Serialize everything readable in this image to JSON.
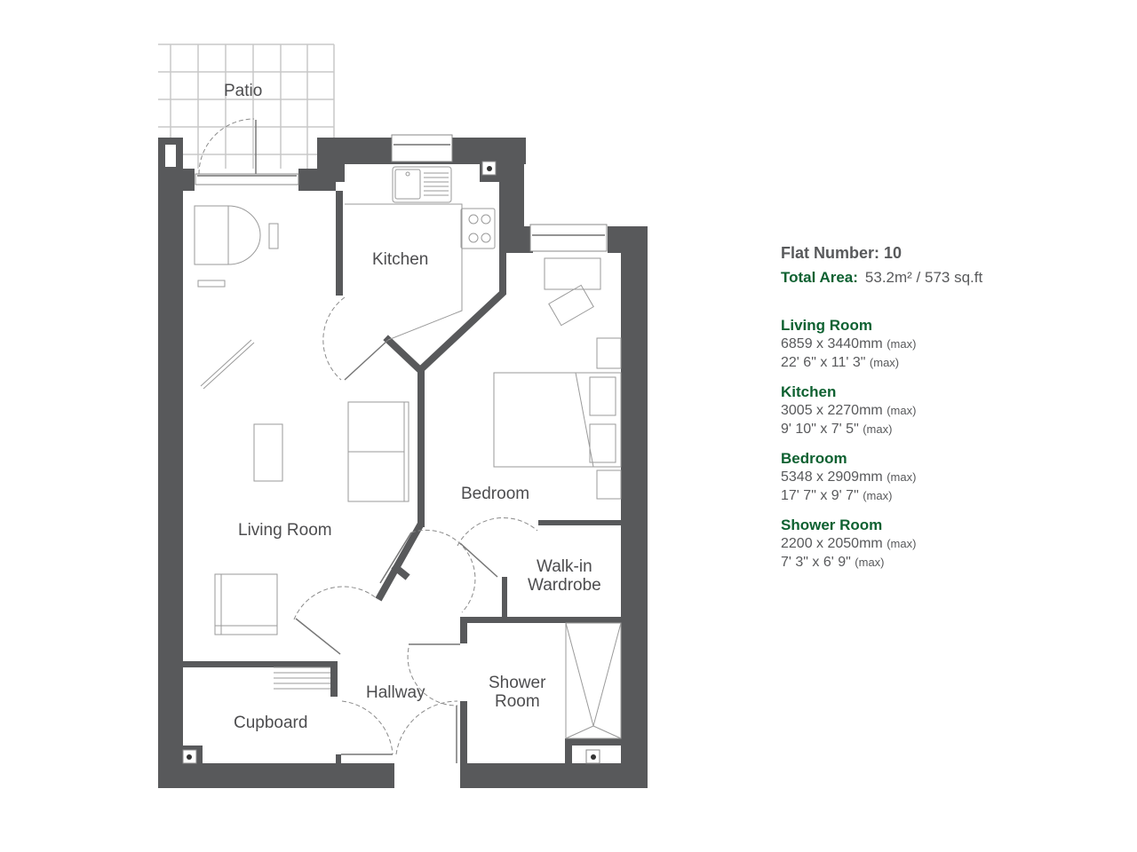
{
  "plan": {
    "rooms": {
      "patio": "Patio",
      "kitchen": "Kitchen",
      "living_room": "Living Room",
      "bedroom": "Bedroom",
      "walk_in_1": "Walk-in",
      "walk_in_2": "Wardrobe",
      "hallway": "Hallway",
      "shower_1": "Shower",
      "shower_2": "Room",
      "cupboard": "Cupboard"
    },
    "colors": {
      "wall": "#58595b",
      "accent_green": "#0e6131",
      "line": "#8a8a8a"
    }
  },
  "info": {
    "flat_number_label": "Flat Number: 10",
    "total_area_label": "Total Area:",
    "total_area_value": "53.2m² / 573 sq.ft",
    "rooms": [
      {
        "name": "Living Room",
        "metric": "6859 x 3440mm",
        "imperial": "22' 6\" x 11' 3\"",
        "suffix": "(max)"
      },
      {
        "name": "Kitchen",
        "metric": "3005 x 2270mm",
        "imperial": "9' 10\" x 7' 5\"",
        "suffix": "(max)"
      },
      {
        "name": "Bedroom",
        "metric": "5348 x 2909mm",
        "imperial": "17' 7\" x 9' 7\"",
        "suffix": "(max)"
      },
      {
        "name": "Shower Room",
        "metric": "2200 x 2050mm",
        "imperial": "7' 3\" x 6' 9\"",
        "suffix": "(max)"
      }
    ]
  }
}
